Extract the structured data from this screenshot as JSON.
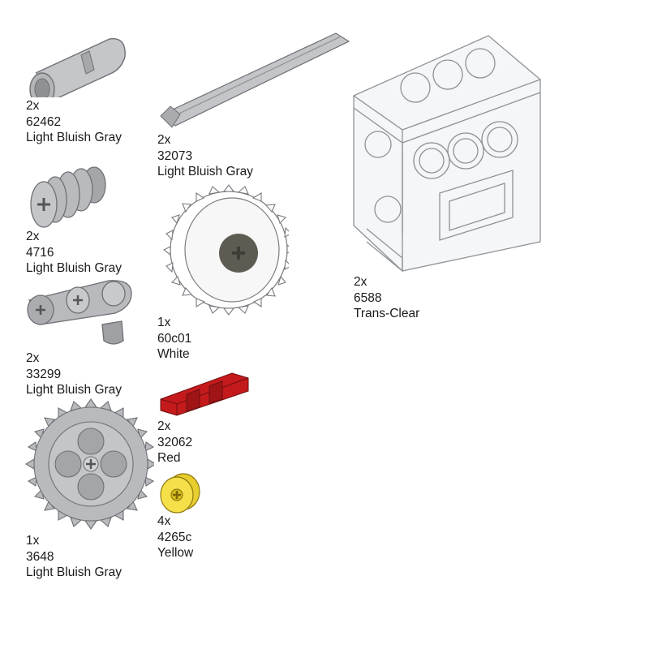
{
  "parts": [
    {
      "id": "pin",
      "qty": "2x",
      "number": "62462",
      "color": "Light Bluish Gray",
      "icon": "pin-joiner-icon"
    },
    {
      "id": "axle",
      "qty": "2x",
      "number": "32073",
      "color": "Light Bluish Gray",
      "icon": "axle-icon"
    },
    {
      "id": "brick",
      "qty": "2x",
      "number": "6588",
      "color": "Trans-Clear",
      "icon": "gearbox-brick-icon"
    },
    {
      "id": "worm",
      "qty": "2x",
      "number": "4716",
      "color": "Light Bluish Gray",
      "icon": "worm-gear-icon"
    },
    {
      "id": "gear24",
      "qty": "1x",
      "number": "60c01",
      "color": "White",
      "icon": "turntable-gear-icon"
    },
    {
      "id": "crank",
      "qty": "2x",
      "number": "33299",
      "color": "Light Bluish Gray",
      "icon": "crank-liftarm-icon"
    },
    {
      "id": "connector",
      "qty": "2x",
      "number": "32062",
      "color": "Red",
      "icon": "axle-connector-icon"
    },
    {
      "id": "bigGear",
      "qty": "1x",
      "number": "3648",
      "color": "Light Bluish Gray",
      "icon": "gear-24-tooth-icon"
    },
    {
      "id": "bush",
      "qty": "4x",
      "number": "4265c",
      "color": "Yellow",
      "icon": "bush-icon"
    }
  ],
  "colors": {
    "light_bluish_gray": "#c3c5c8",
    "red": "#d0191b",
    "yellow": "#f6e04a",
    "white": "#ffffff",
    "trans_clear": "#f4f6f8"
  }
}
